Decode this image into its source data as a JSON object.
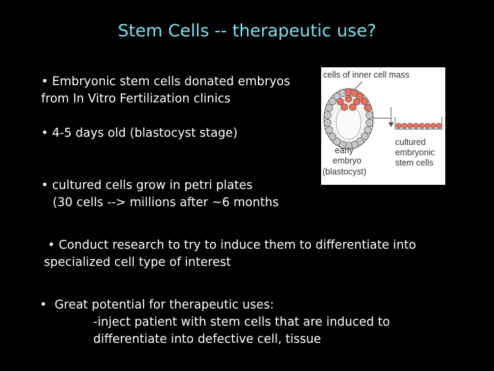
{
  "slide": {
    "title": "Stem Cells -- therapeutic use?",
    "bullet1": "• Embryonic stem cells donated embryos\nfrom In Vitro Fertilization clinics",
    "bullet2": "• 4-5 days old (blastocyst stage)",
    "bullet3": "• cultured cells grow in petri plates\n   (30 cells --> millions after ~6 months",
    "bullet4": " • Conduct research to try to induce them to differentiate into\nspecialized cell type of interest",
    "bullet5": "•  Great potential for therapeutic uses:\n              -inject patient with stem cells that are induced to\n              differentiate into defective cell, tissue"
  },
  "figure": {
    "label_top": "cells of inner cell mass",
    "label_embryo_1": "early",
    "label_embryo_2": "embryo",
    "label_embryo_3": "(blastocyst)",
    "label_cultured_1": "cultured",
    "label_cultured_2": "embryonic",
    "label_cultured_3": "stem cells",
    "colors": {
      "inner_cell_mass": "#e8705a",
      "trophoblast": "#c8c8c8",
      "outline": "#555555"
    }
  }
}
